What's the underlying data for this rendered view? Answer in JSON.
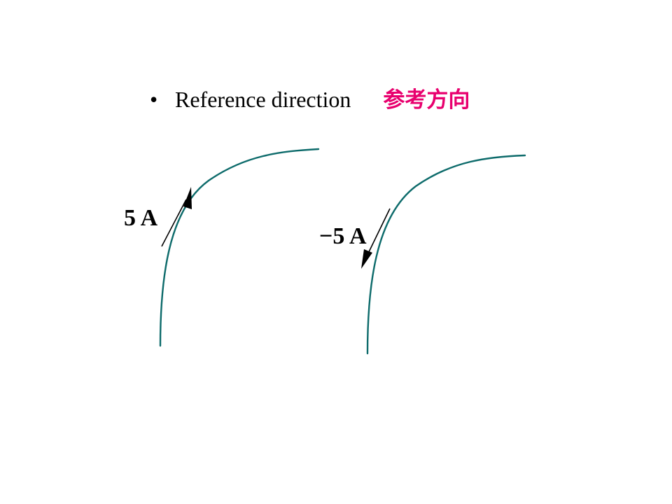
{
  "bullet": {
    "symbol": "•",
    "text": "Reference direction",
    "chinese": "参考方向"
  },
  "colors": {
    "chinese_text": "#E8006E",
    "wire": "#0D6B6B",
    "arrow": "#000000"
  },
  "left_case": {
    "label": "5 A",
    "arrow_direction": "up"
  },
  "right_case": {
    "label": "−5 A",
    "arrow_direction": "down"
  }
}
